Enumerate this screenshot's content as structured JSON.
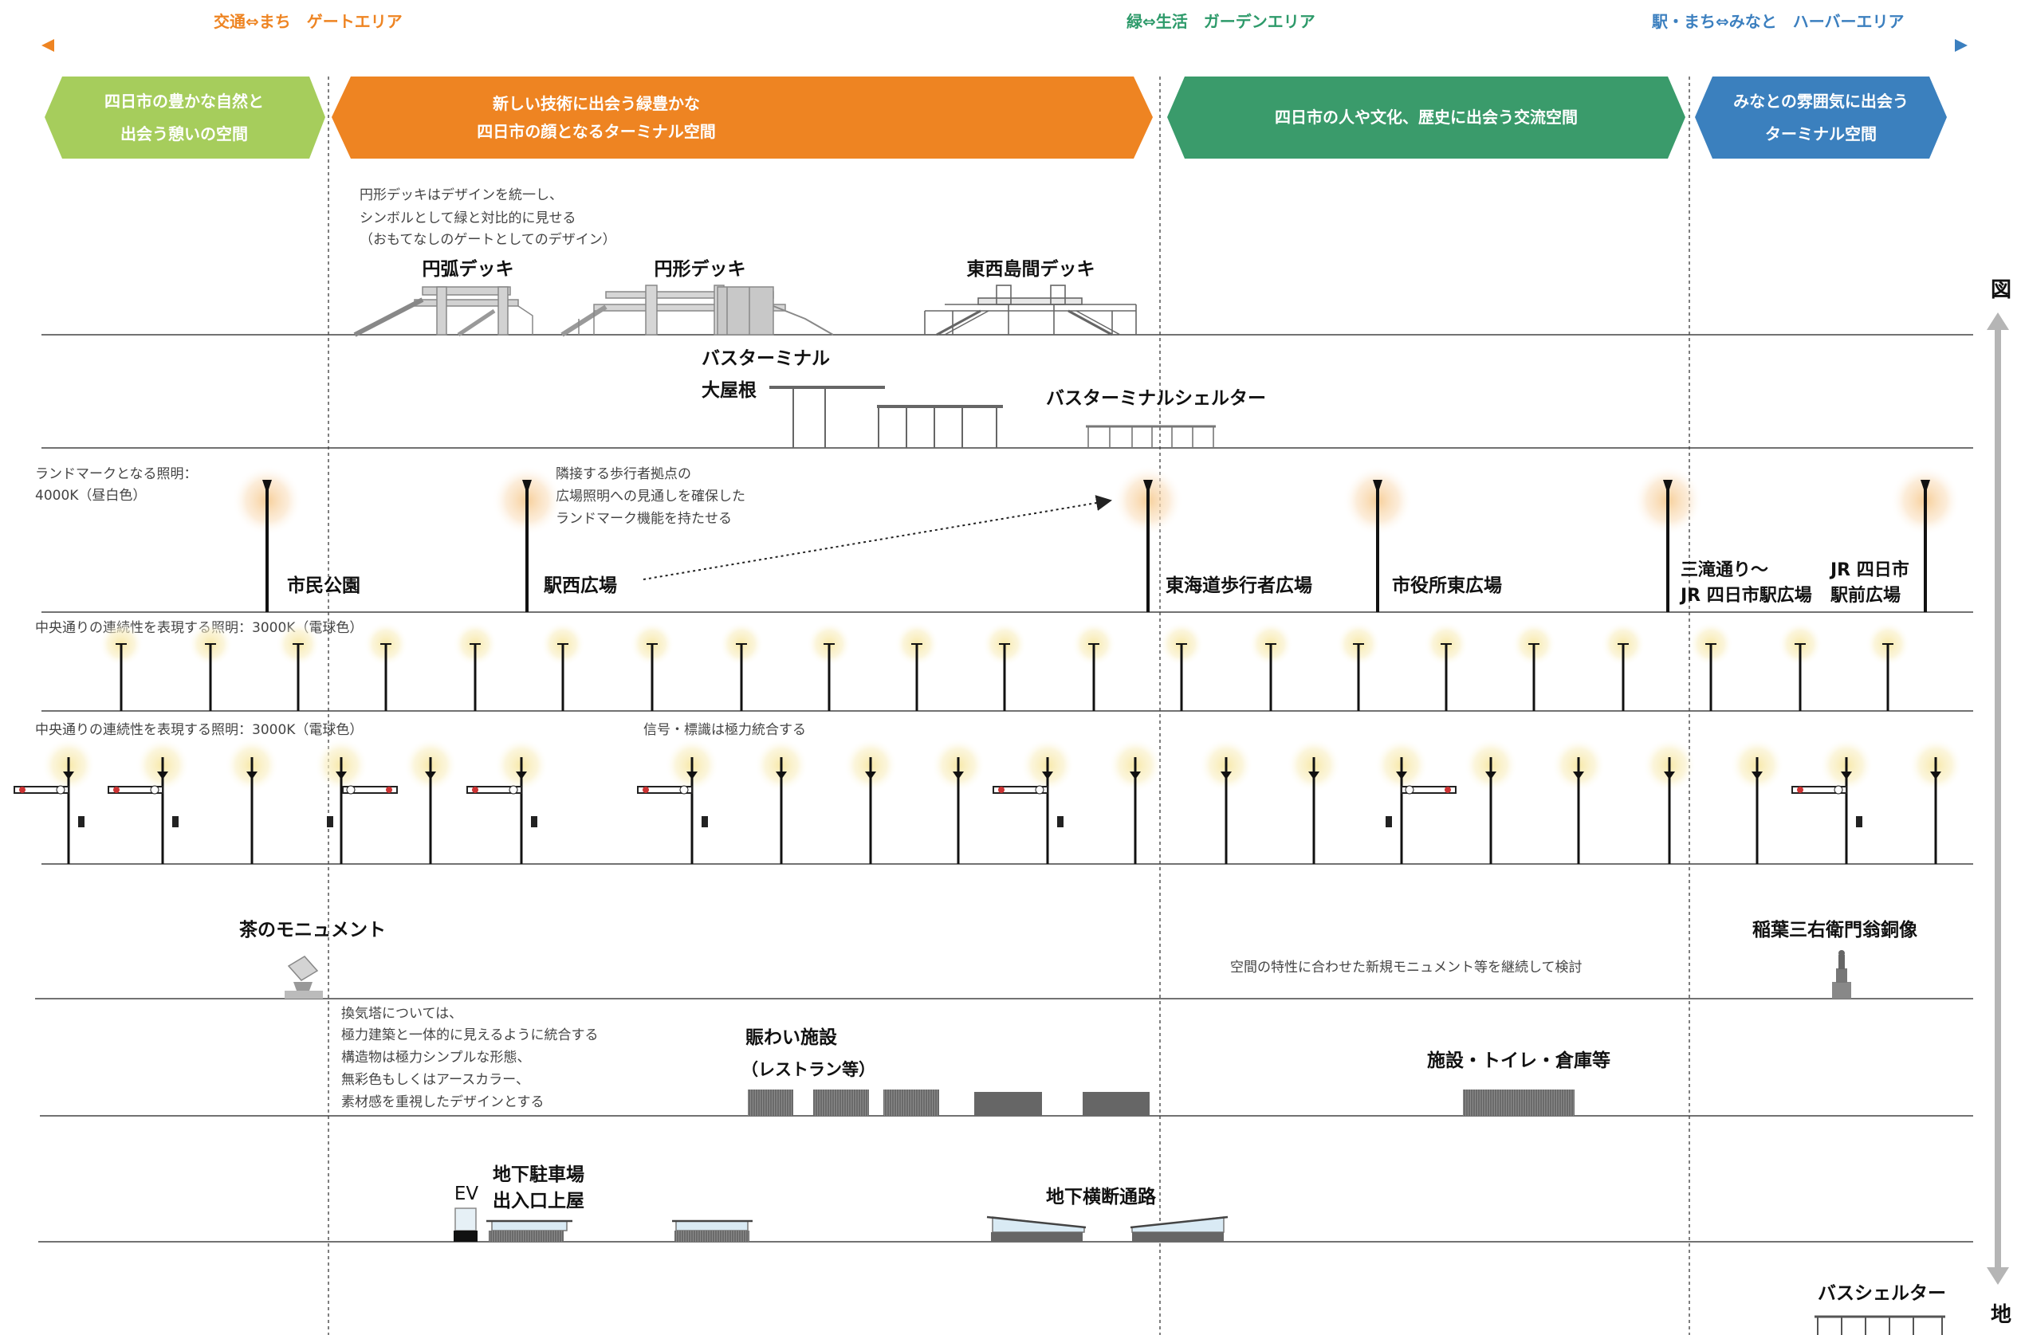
{
  "header": {
    "zones": [
      {
        "label": "交通⇔まち　ゲートエリア",
        "color": "#ee8422"
      },
      {
        "label": "緑⇔生活　ガーデンエリア",
        "color": "#2d9a6a"
      },
      {
        "label": "駅・まち⇔みなと　ハーバーエリア",
        "color": "#3b7fbf"
      }
    ]
  },
  "banners": [
    {
      "line1": "四日市の豊かな自然と",
      "line2": "出会う憩いの空間",
      "color": "#a6cd5c"
    },
    {
      "line1": "新しい技術に出会う緑豊かな",
      "line2": "四日市の顔となるターミナル空間",
      "color": "#ee8422"
    },
    {
      "line1": "四日市の人や文化、歴史に出会う交流空間",
      "line2": "",
      "color": "#3a9b6b"
    },
    {
      "line1": "みなとの雰囲気に出会う",
      "line2": "ターミナル空間",
      "color": "#3b80be"
    }
  ],
  "side_axis": {
    "top": "図",
    "bottom": "地"
  },
  "deck_note": [
    "円形デッキはデザインを統一し、",
    "シンボルとして緑と対比的に見せる",
    "（おもてなしのゲートとしてのデザイン）"
  ],
  "decks": {
    "arc": "円弧デッキ",
    "circle": "円形デッキ",
    "east_west": "東西島間デッキ"
  },
  "bus": {
    "roof_line1": "バスターミナル",
    "roof_line2": "大屋根",
    "shelter": "バスターミナルシェルター"
  },
  "landmark_light": {
    "note_line1": "ランドマークとなる照明：",
    "note_line2": "4000K（昼白色）",
    "hint": [
      "隣接する歩行者拠点の",
      "広場照明への見通しを確保した",
      "ランドマーク機能を持たせる"
    ],
    "plazas": [
      "市民公園",
      "駅西広場",
      "東海道歩行者広場",
      "市役所東広場"
    ],
    "plaza_multi_1": [
      "三滝通り～",
      "JR 四日市駅広場"
    ],
    "plaza_multi_2": [
      "JR 四日市",
      "駅前広場"
    ]
  },
  "street_light": {
    "note1": "中央通りの連続性を表現する照明：3000K（電球色）",
    "note2": "中央通りの連続性を表現する照明：3000K（電球色）",
    "signal_note": "信号・標識は極力統合する"
  },
  "monuments": {
    "tea": "茶のモニュメント",
    "inaba": "稲葉三右衛門翁銅像",
    "note": "空間の特性に合わせた新規モニュメント等を継続して検討"
  },
  "facilities": {
    "vent_note": [
      "換気塔については、",
      "極力建築と一体的に見えるように統合する",
      "構造物は極力シンプルな形態、",
      "無彩色もしくはアースカラー、",
      "素材感を重視したデザインとする"
    ],
    "lively_line1": "賑わい施設",
    "lively_line2": "（レストラン等）",
    "toilet": "施設・トイレ・倉庫等"
  },
  "underground": {
    "ev": "EV",
    "parking_line1": "地下駐車場",
    "parking_line2": "出入口上屋",
    "crossing": "地下横断通路",
    "bus_shelter": "バスシェルター"
  },
  "colors": {
    "lamp_warm": "#fbe9a6",
    "lamp_landmark": "#f9d7a7",
    "gray_bar": "#b5b5b5",
    "line": "#444444"
  }
}
